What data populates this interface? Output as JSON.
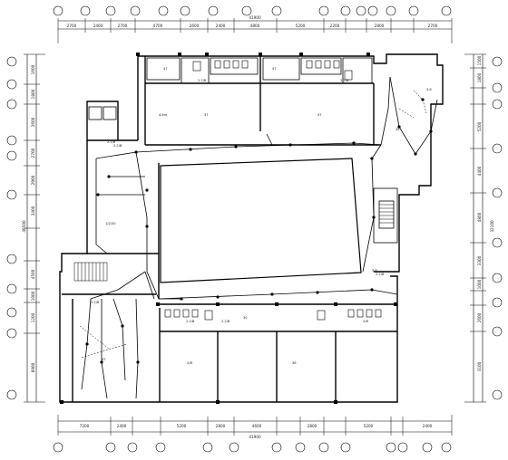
{
  "drawing": {
    "top_dims": [
      "2700",
      "2400",
      "2700",
      "4700",
      "2600",
      "2400",
      "4800",
      "5200",
      "2200",
      "2800",
      "2700"
    ],
    "top_total": "41900",
    "bottom_dims": [
      "7200",
      "2400",
      "5200",
      "2800",
      "4600",
      "2800",
      "5200",
      "2400"
    ],
    "bottom_total": "41900",
    "left_dims": [
      "1600",
      "1800",
      "3600",
      "2700",
      "2900",
      "3400",
      "4500",
      "1000",
      "1200",
      "8900"
    ],
    "left_total": "46500",
    "right_dims": [
      "1500",
      "1800",
      "5200",
      "4400",
      "4800",
      "3300",
      "1000",
      "2600",
      "3100"
    ],
    "right_total": "32100",
    "room_labels": {
      "top_row": [
        "47",
        "47",
        "37",
        "47",
        "35"
      ],
      "small_top": [
        "4.6m",
        "2.2/B",
        "3.2/B",
        "3.6"
      ],
      "left_wing": [
        "1/2/30",
        "2.1/B"
      ],
      "bottom_row": [
        "47",
        "2/B",
        "30",
        "36",
        "2/B",
        "3.6"
      ],
      "panels": [
        "2.2/B",
        "2.2/B",
        "2.2/B",
        "2.2/B",
        "2.2/B"
      ]
    }
  },
  "colors": {
    "ink": "#000000",
    "paper": "#ffffff",
    "axis_fill": "#ffffff"
  }
}
